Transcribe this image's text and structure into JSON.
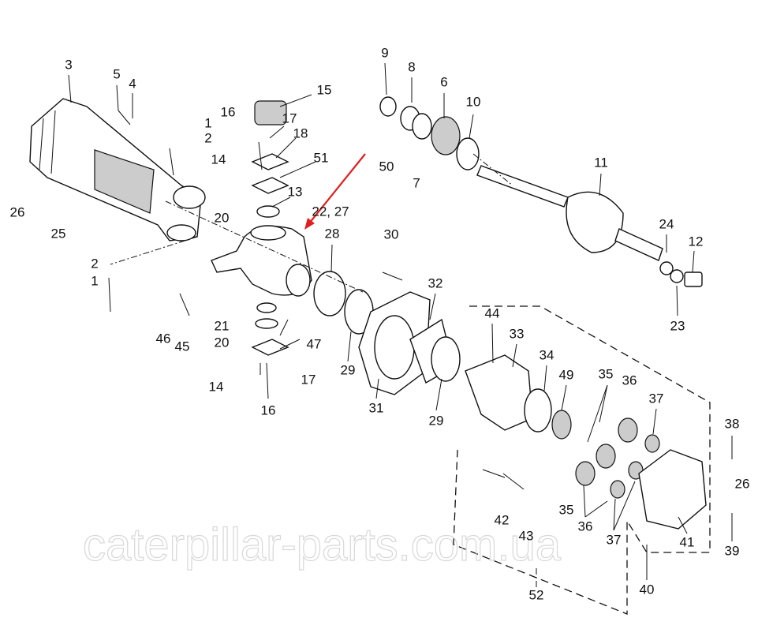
{
  "diagram": {
    "title": "Front axle exploded parts diagram",
    "watermark": "caterpillar-parts.com.ua",
    "highlight_color": "#e02020",
    "callouts": [
      {
        "id": "c3",
        "text": "3"
      },
      {
        "id": "c5",
        "text": "5"
      },
      {
        "id": "c4",
        "text": "4"
      },
      {
        "id": "c16a",
        "text": "16"
      },
      {
        "id": "c15",
        "text": "15"
      },
      {
        "id": "c1a",
        "text": "1"
      },
      {
        "id": "c2a",
        "text": "2"
      },
      {
        "id": "c17a",
        "text": "17"
      },
      {
        "id": "c18",
        "text": "18"
      },
      {
        "id": "c14a",
        "text": "14"
      },
      {
        "id": "c51",
        "text": "51"
      },
      {
        "id": "c13",
        "text": "13"
      },
      {
        "id": "c20a",
        "text": "20"
      },
      {
        "id": "c2227",
        "text": "22, 27"
      },
      {
        "id": "c26a",
        "text": "26"
      },
      {
        "id": "c25",
        "text": "25"
      },
      {
        "id": "c9",
        "text": "9"
      },
      {
        "id": "c8",
        "text": "8"
      },
      {
        "id": "c6",
        "text": "6"
      },
      {
        "id": "c10",
        "text": "10"
      },
      {
        "id": "c50",
        "text": "50"
      },
      {
        "id": "c7",
        "text": "7"
      },
      {
        "id": "c11",
        "text": "11"
      },
      {
        "id": "c24",
        "text": "24"
      },
      {
        "id": "c12",
        "text": "12"
      },
      {
        "id": "c23",
        "text": "23"
      },
      {
        "id": "c28",
        "text": "28"
      },
      {
        "id": "c30",
        "text": "30"
      },
      {
        "id": "c32",
        "text": "32"
      },
      {
        "id": "c2b",
        "text": "2"
      },
      {
        "id": "c1b",
        "text": "1"
      },
      {
        "id": "c46",
        "text": "46"
      },
      {
        "id": "c45",
        "text": "45"
      },
      {
        "id": "c21",
        "text": "21"
      },
      {
        "id": "c20b",
        "text": "20"
      },
      {
        "id": "c47",
        "text": "47"
      },
      {
        "id": "c44",
        "text": "44"
      },
      {
        "id": "c33",
        "text": "33"
      },
      {
        "id": "c34",
        "text": "34"
      },
      {
        "id": "c49",
        "text": "49"
      },
      {
        "id": "c35a",
        "text": "35"
      },
      {
        "id": "c36a",
        "text": "36"
      },
      {
        "id": "c37a",
        "text": "37"
      },
      {
        "id": "c14b",
        "text": "14"
      },
      {
        "id": "c17b",
        "text": "17"
      },
      {
        "id": "c16b",
        "text": "16"
      },
      {
        "id": "c31",
        "text": "31"
      },
      {
        "id": "c29a",
        "text": "29"
      },
      {
        "id": "c29b",
        "text": "29"
      },
      {
        "id": "c38",
        "text": "38"
      },
      {
        "id": "c26b",
        "text": "26"
      },
      {
        "id": "c35b",
        "text": "35"
      },
      {
        "id": "c36b",
        "text": "36"
      },
      {
        "id": "c42",
        "text": "42"
      },
      {
        "id": "c43",
        "text": "43"
      },
      {
        "id": "c37b",
        "text": "37"
      },
      {
        "id": "c41",
        "text": "41"
      },
      {
        "id": "c39",
        "text": "39"
      },
      {
        "id": "c40",
        "text": "40"
      },
      {
        "id": "c52",
        "text": "52"
      }
    ]
  }
}
